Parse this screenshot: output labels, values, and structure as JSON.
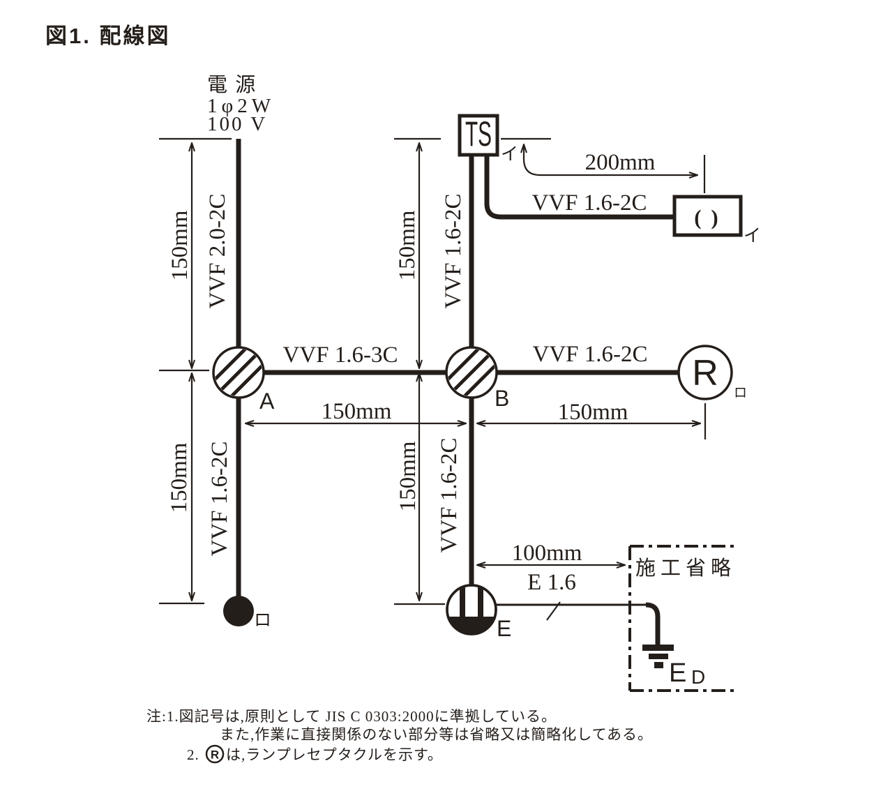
{
  "figure": {
    "title": "図1. 配線図"
  },
  "power_source": {
    "line1": "電 源",
    "line2": "1φ2W",
    "line3": "100 V"
  },
  "cables": {
    "power_feed": "VVF 2.0-2C",
    "a_to_b": "VVF 1.6-3C",
    "b_to_timer": "VVF 1.6-2C",
    "timer_to_ceiling": "VVF 1.6-2C",
    "b_to_receptacle": "VVF 1.6-2C",
    "a_to_switch": "VVF 1.6-2C",
    "b_to_outlet": "VVF 1.6-2C",
    "earth_wire": "E 1.6"
  },
  "dimensions": {
    "left_upper": "150mm",
    "left_lower": "150mm",
    "middle_upper": "150mm",
    "middle_lower": "150mm",
    "a_to_b": "150mm",
    "b_to_receptacle": "150mm",
    "timer_to_ceiling": "200mm",
    "outlet_to_omission": "100mm"
  },
  "devices": {
    "junction_box_a": "A",
    "junction_box_b": "B",
    "timer_switch": "TS",
    "timer_circuit": "イ",
    "ceiling_rosette": "( )",
    "ceiling_rosette_circuit": "イ",
    "lamp_receptacle": "R",
    "lamp_receptacle_circuit": "ロ",
    "switch_circuit": "ロ",
    "outlet": "E",
    "earth_terminal_main": "E",
    "earth_terminal_sub": "D",
    "construction_omitted": "施工省略"
  },
  "notes": {
    "line1": "注:1.図記号は,原則として JIS C 0303:2000に準拠している。",
    "line2": "また,作業に直接関係のない部分等は省略又は簡略化してある。",
    "item2_prefix": "2.",
    "item2_symbol": "R",
    "item2_suffix": "は,ランプレセプタクルを示す。"
  },
  "colors": {
    "ink": "#241e1a",
    "background": "#ffffff"
  }
}
